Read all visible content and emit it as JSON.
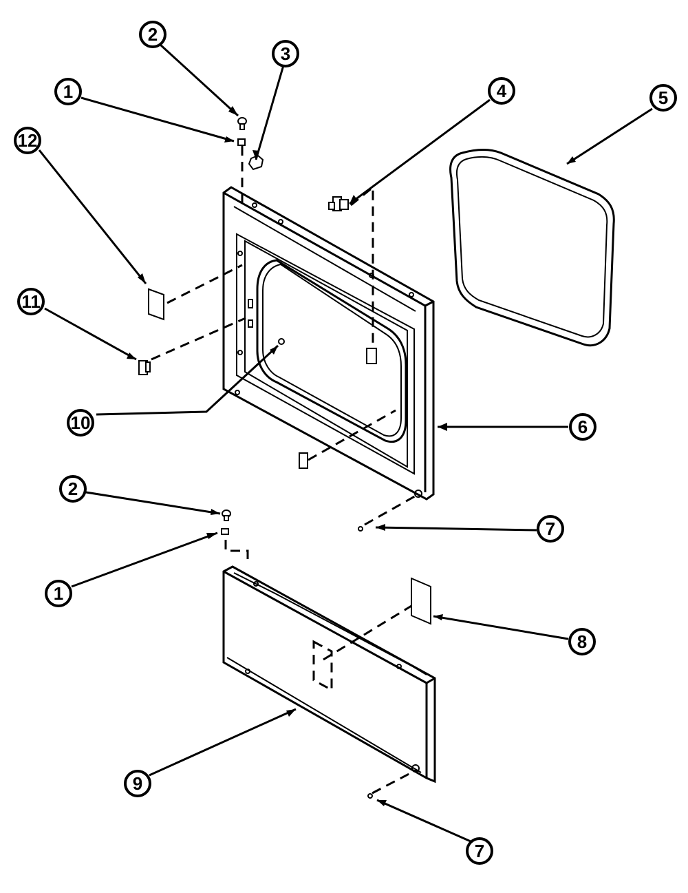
{
  "callouts": [
    {
      "id": "c2a",
      "label": "2"
    },
    {
      "id": "c3",
      "label": "3"
    },
    {
      "id": "c1a",
      "label": "1"
    },
    {
      "id": "c12",
      "label": "12"
    },
    {
      "id": "c4",
      "label": "4"
    },
    {
      "id": "c5",
      "label": "5"
    },
    {
      "id": "c11",
      "label": "11"
    },
    {
      "id": "c10",
      "label": "10"
    },
    {
      "id": "c6",
      "label": "6"
    },
    {
      "id": "c2b",
      "label": "2"
    },
    {
      "id": "c7a",
      "label": "7"
    },
    {
      "id": "c1b",
      "label": "1"
    },
    {
      "id": "c8",
      "label": "8"
    },
    {
      "id": "c9",
      "label": "9"
    },
    {
      "id": "c7b",
      "label": "7"
    }
  ],
  "colors": {
    "line": "#000000",
    "background": "#ffffff"
  }
}
